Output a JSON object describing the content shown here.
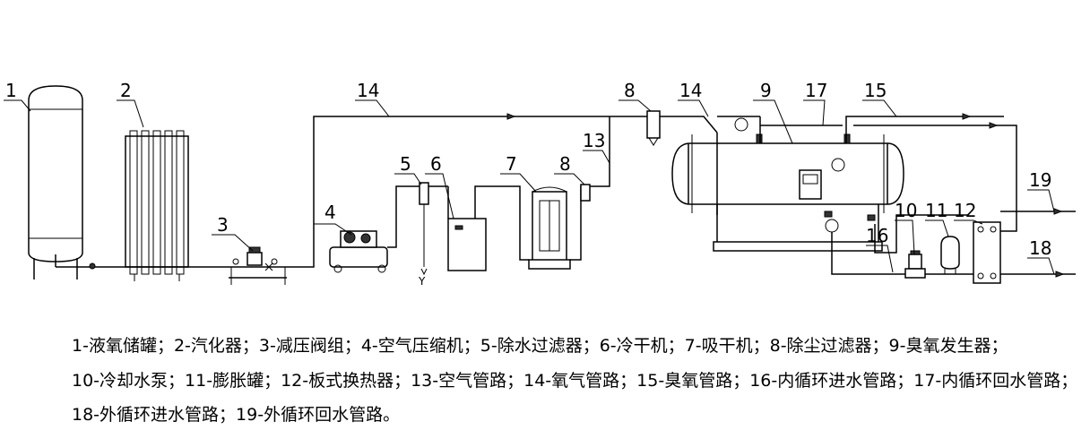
{
  "labels": {
    "n1": "1",
    "n2": "2",
    "n3": "3",
    "n4": "4",
    "n5": "5",
    "n6": "6",
    "n7": "7",
    "n8a": "8",
    "n8b": "8",
    "n9": "9",
    "n10": "10",
    "n11": "11",
    "n12": "12",
    "n13": "13",
    "n14a": "14",
    "n14b": "14",
    "n15": "15",
    "n16": "16",
    "n17": "17",
    "n18": "18",
    "n19": "19",
    "outlet": "Y"
  },
  "legend": {
    "line1": "1-液氧储罐；2-汽化器；3-减压阀组；4-空气压缩机；5-除水过滤器；6-冷干机；7-吸干机；8-除尘过滤器；9-臭氧发生器；",
    "line2": "10-冷却水泵；11-膨胀罐；12-板式换热器；13-空气管路；14-氧气管路；15-臭氧管路；16-内循环进水管路；17-内循环回水管路；",
    "line3": "18-外循环进水管路；19-外循环回水管路。"
  }
}
